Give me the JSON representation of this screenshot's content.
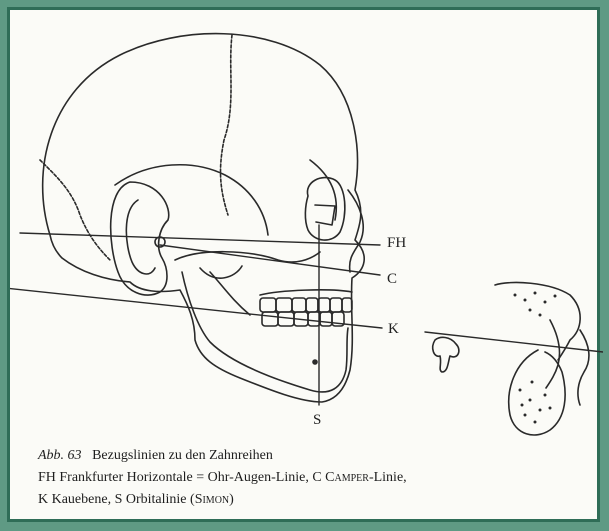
{
  "figure": {
    "labels": {
      "fh": "FH",
      "c": "C",
      "k": "K",
      "s": "S"
    },
    "caption": {
      "number": "Abb. 63",
      "title": "Bezugslinien zu den Zahnreihen",
      "line2_a": "FH Frankfurter Horizontale = Ohr-Augen-Linie, C ",
      "line2_camper": "Camper",
      "line2_b": "-Linie,",
      "line3_a": "K Kauebene, S Orbitalinie (",
      "line3_simon": "Simon",
      "line3_b": ")"
    }
  },
  "colors": {
    "background": "#5f9a84",
    "frame": "#2f6d57",
    "paper": "#fbfbf7",
    "ink": "#1e1e1e"
  }
}
